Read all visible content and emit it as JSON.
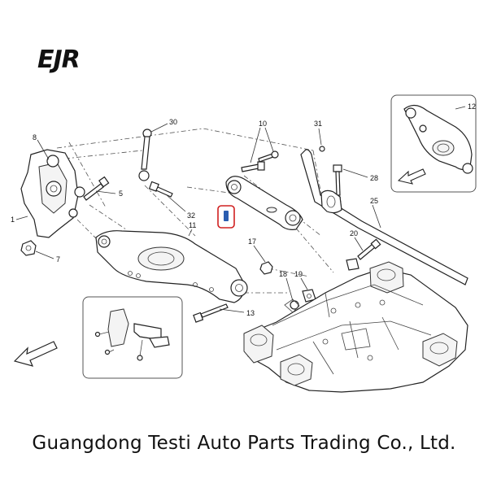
{
  "logo_text": "EJR",
  "callouts": {
    "c1": "1",
    "c5": "5",
    "c7": "7",
    "c8": "8",
    "c10": "10",
    "c11": "11",
    "c12": "12",
    "c13": "13",
    "c17": "17",
    "c18": "18",
    "c19": "19",
    "c20": "20",
    "c25": "25",
    "c28": "28",
    "c30": "30",
    "c31": "31",
    "c32": "32"
  },
  "footer_text": "Guangdong Testi Auto Parts Trading Co., Ltd.",
  "colors": {
    "highlight": "#d02020",
    "bushing": "#2a5db0",
    "ink": "#222222"
  },
  "icons": [
    "arrow-left-icon",
    "highlight-marker-icon"
  ]
}
